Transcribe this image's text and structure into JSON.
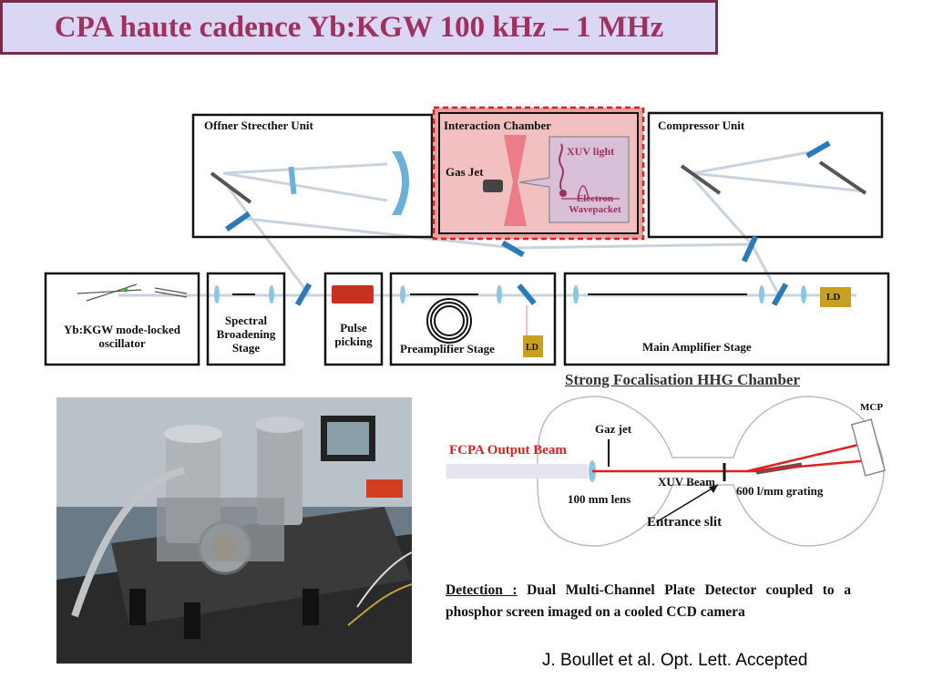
{
  "title": "CPA haute cadence Yb:KGW 100 kHz – 1 MHz",
  "setup": {
    "offner": "Offner Strecther Unit",
    "interaction": "Interaction Chamber",
    "gas_jet": "Gas Jet",
    "xuv_light": "XUV light",
    "electron_line1": "Electron",
    "electron_line2": "Wavepacket",
    "compressor": "Compressor Unit",
    "oscillator_line1": "Yb:KGW mode-locked",
    "oscillator_line2": "oscillator",
    "spectral_line1": "Spectral",
    "spectral_line2": "Broadening",
    "spectral_line3": "Stage",
    "pulse_line1": "Pulse",
    "pulse_line2": "picking",
    "preamp": "Preamplifier Stage",
    "main_amp": "Main Amplifier Stage",
    "ld": "LD"
  },
  "hhg": {
    "title": "Strong Focalisation HHG Chamber",
    "mcp": "MCP",
    "gaz_jet": "Gaz jet",
    "fcpa": "FCPA Output Beam",
    "xuv_beam": "XUV Beam",
    "lens": "100 mm lens",
    "grating": "600 l/mm grating",
    "slit": "Entrance slit"
  },
  "detection": {
    "label": "Detection :",
    "text": " Dual Multi-Channel Plate Detector coupled to a phosphor screen imaged on a cooled CCD camera"
  },
  "citation": "J. Boullet et al. Opt. Lett. Accepted",
  "colors": {
    "title_text": "#a03060",
    "title_bg": "#d9d7f3",
    "title_border": "#7a2a4a",
    "interaction_bg": "#e8a0a0",
    "interaction_border": "#e02020",
    "beam_red": "#e02020"
  }
}
